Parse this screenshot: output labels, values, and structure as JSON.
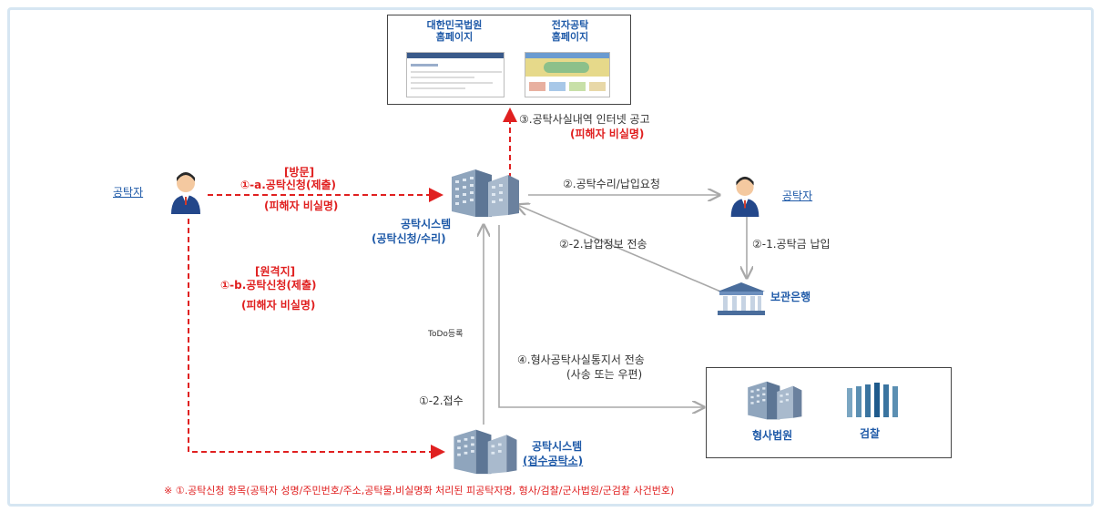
{
  "websites": {
    "court_label": "대한민국법원\n홈페이지",
    "efile_label": "전자공탁\n홈페이지"
  },
  "nodes": {
    "depositor_left": "공탁자",
    "depositor_right": "공탁자",
    "system_main_l1": "공탁시스템",
    "system_main_l2": "(공탁신청/수리)",
    "system_bottom_l1": "공탁시스템",
    "system_bottom_l2": "(접수공탁소)",
    "bank": "보관은행",
    "criminal_court": "형사법원",
    "prosecution": "검찰"
  },
  "edges": {
    "visit_title": "[방문]",
    "visit_step": "①-a.공탁신청(제출)",
    "visit_note": "(피해자 비실명)",
    "remote_title": "[원격지]",
    "remote_step": "①-b.공탁신청(제출)",
    "remote_note": "(피해자 비실명)",
    "notice_step": "③.공탁사실내역 인터넷 공고",
    "notice_note": "(피해자 비실명)",
    "accept_request": "②.공탁수리/납입요청",
    "payment": "②-1.공탁금 납입",
    "payment_info": "②-2.납입정보 전송",
    "todo": "ToDo등록",
    "receipt": "①-2.접수",
    "criminal_notice": "④.형사공탁사실통지서 전송",
    "criminal_notice_note": "(사송 또는 우편)"
  },
  "footnote": "※ ①.공탁신청 항목(공탁자 성명/주민번호/주소,공탁물,비실명화 처리된 피공탁자명, 형사/검찰/군사법원/군검찰 사건번호)",
  "colors": {
    "accent_red": "#e02020",
    "label_blue": "#1f5aa8",
    "line_gray": "#a8a8a8"
  }
}
